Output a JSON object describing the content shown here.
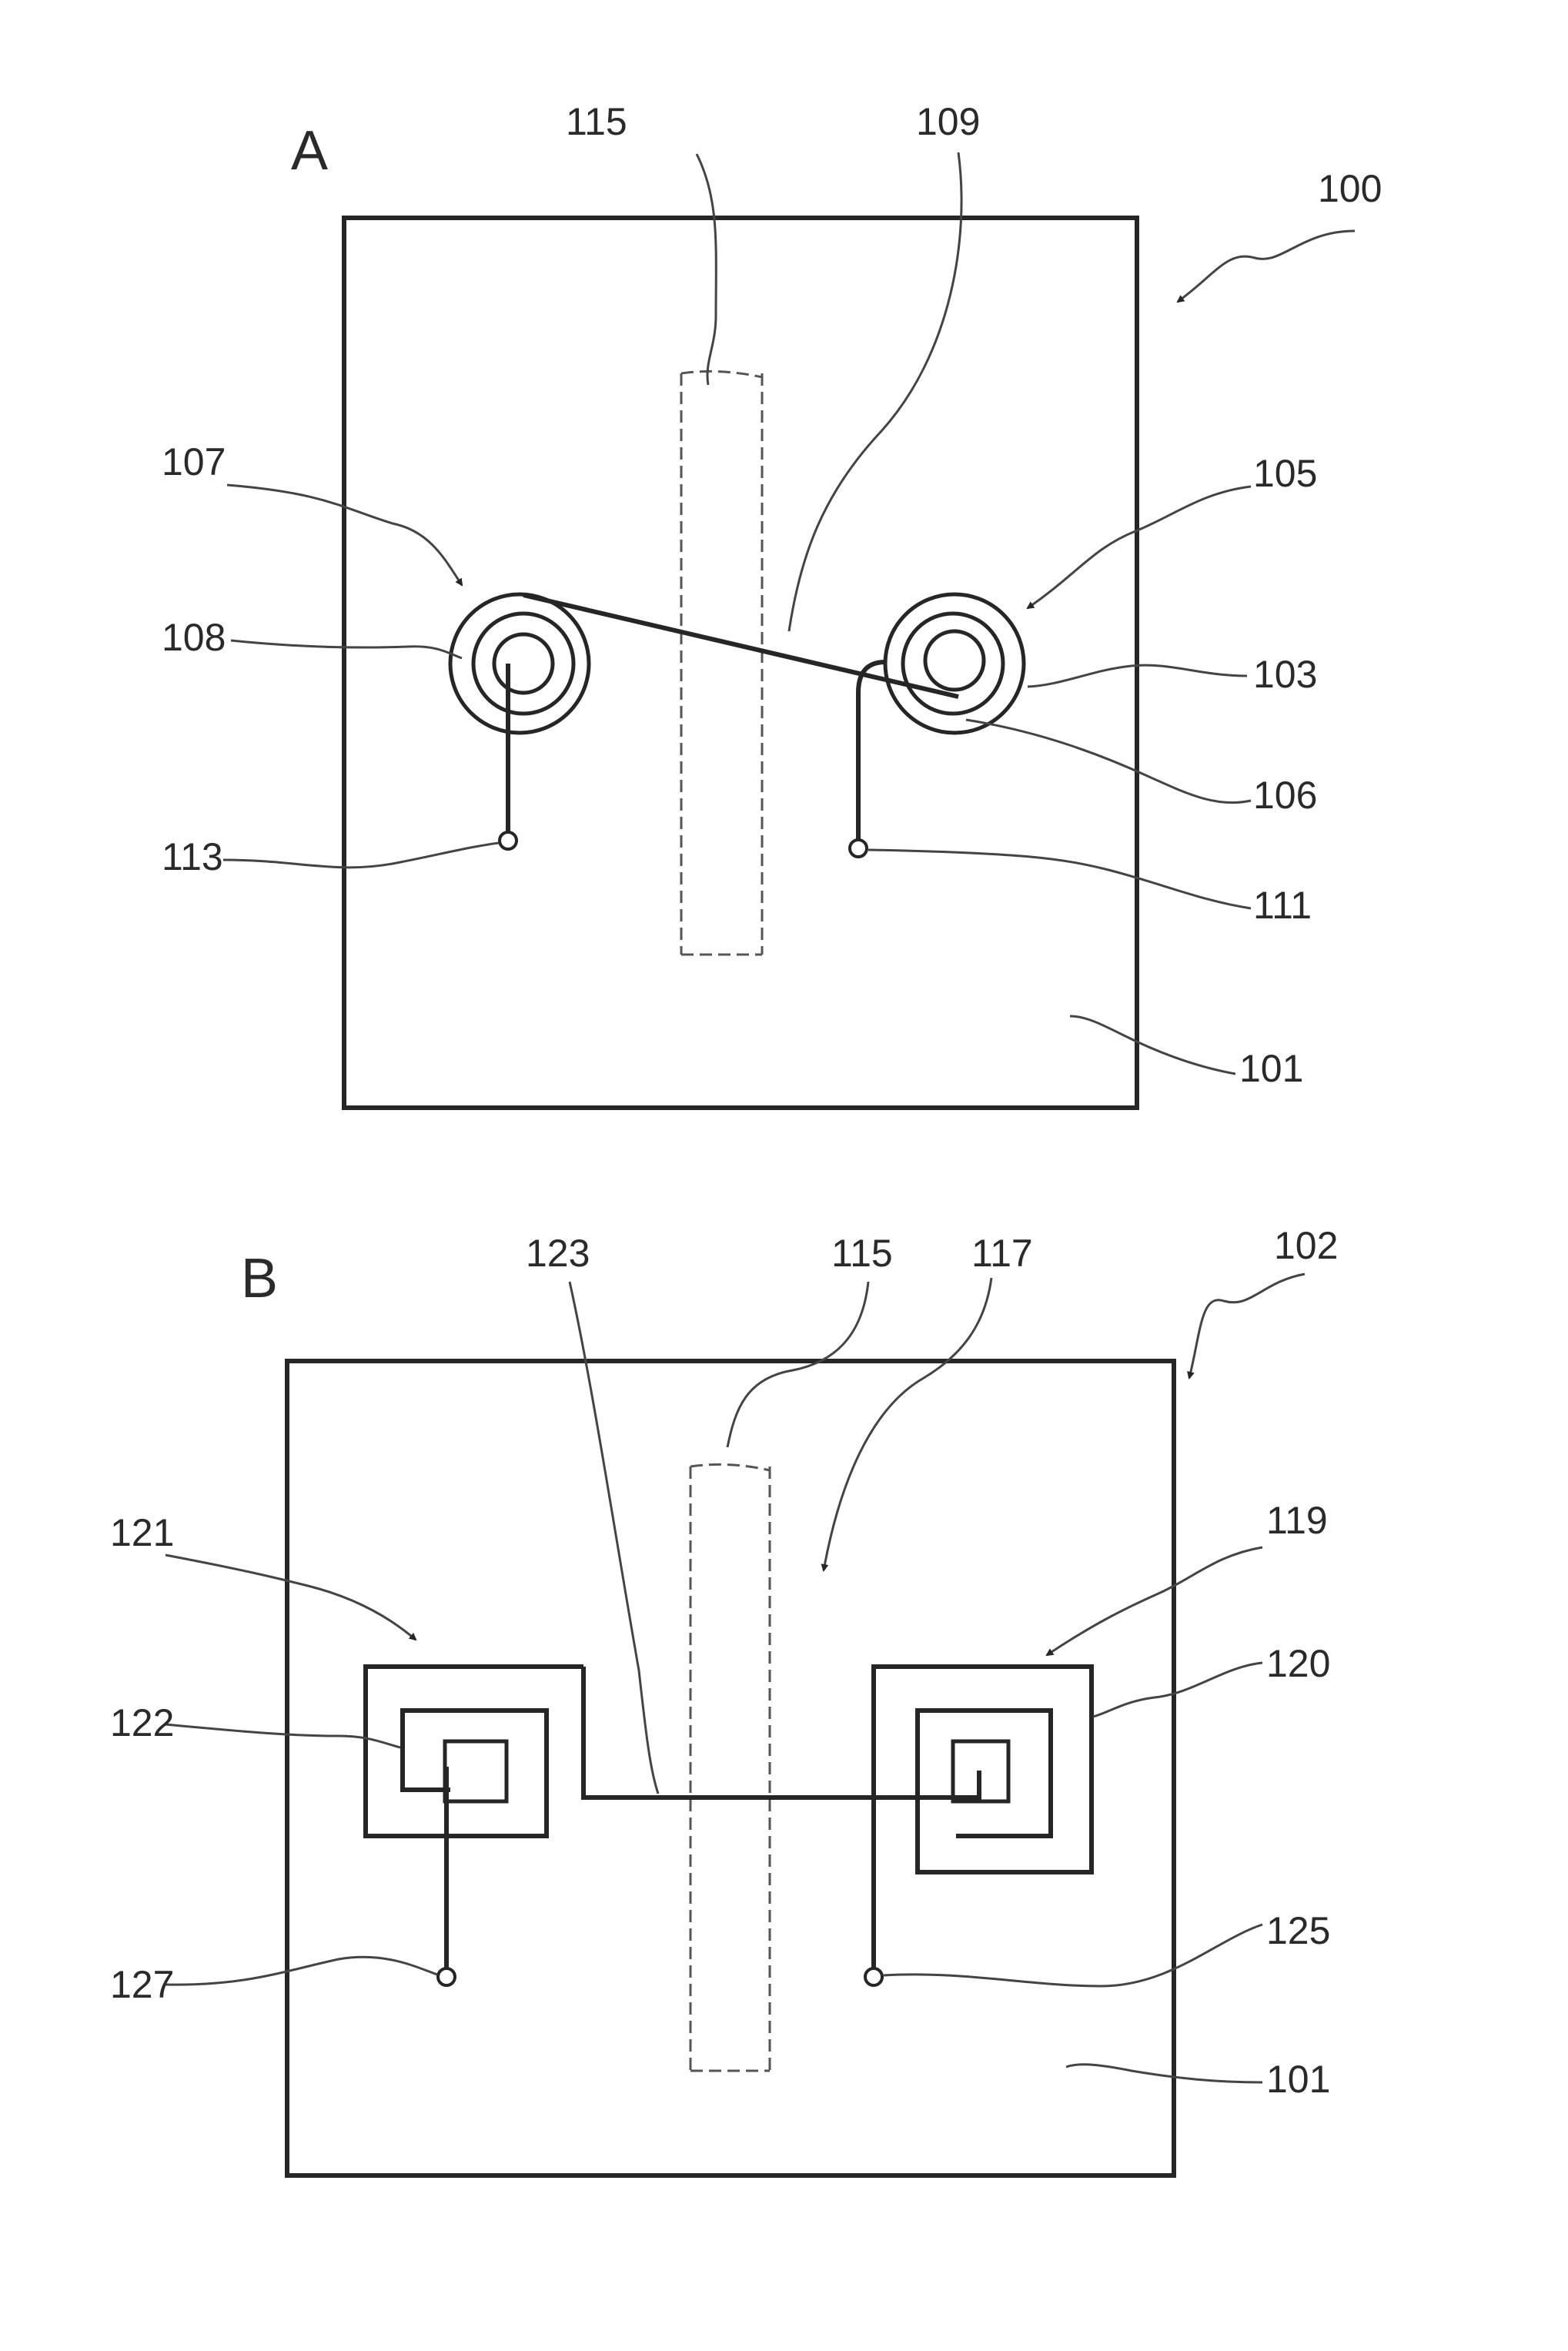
{
  "panel_a": {
    "label": "A",
    "refs": {
      "r100": "100",
      "r101": "101",
      "r103": "103",
      "r105": "105",
      "r106": "106",
      "r107": "107",
      "r108": "108",
      "r109": "109",
      "r111": "111",
      "r113": "113",
      "r115": "115"
    }
  },
  "panel_b": {
    "label": "B",
    "refs": {
      "r101": "101",
      "r102": "102",
      "r115": "115",
      "r117": "117",
      "r119": "119",
      "r120": "120",
      "r121": "121",
      "r122": "122",
      "r123": "123",
      "r125": "125",
      "r127": "127"
    }
  }
}
